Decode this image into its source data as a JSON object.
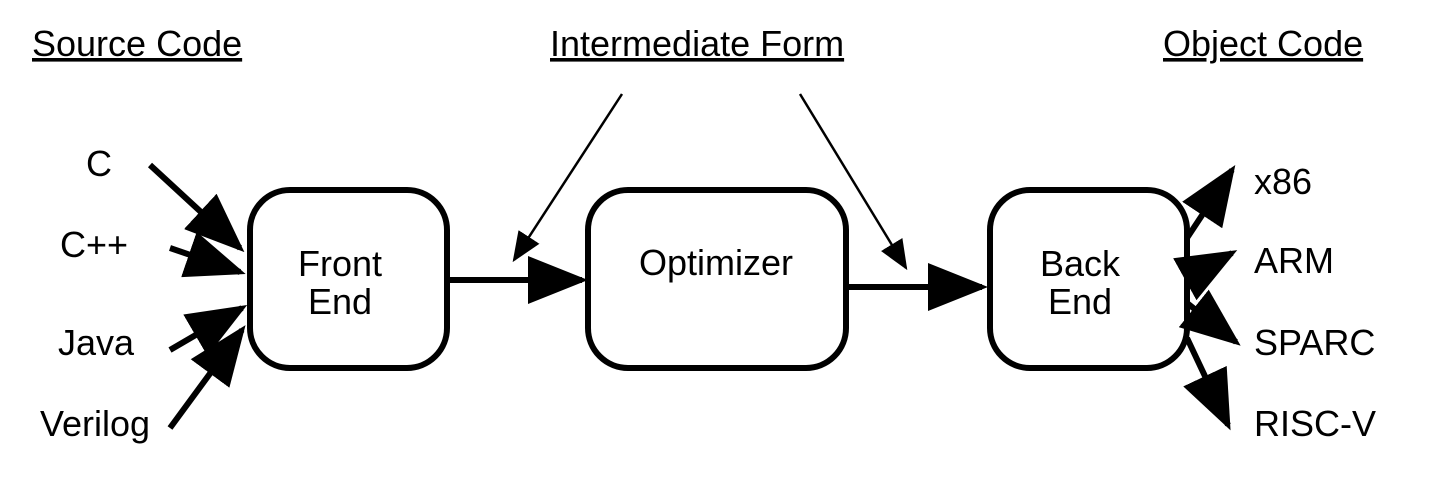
{
  "headers": {
    "source": "Source Code",
    "intermediate": "Intermediate Form",
    "object": "Object Code"
  },
  "inputs": [
    "C",
    "C++",
    "Java",
    "Verilog"
  ],
  "boxes": {
    "front_end": [
      "Front",
      "End"
    ],
    "optimizer": "Optimizer",
    "back_end": [
      "Back",
      "End"
    ]
  },
  "outputs": [
    "x86",
    "ARM",
    "SPARC",
    "RISC-V"
  ]
}
